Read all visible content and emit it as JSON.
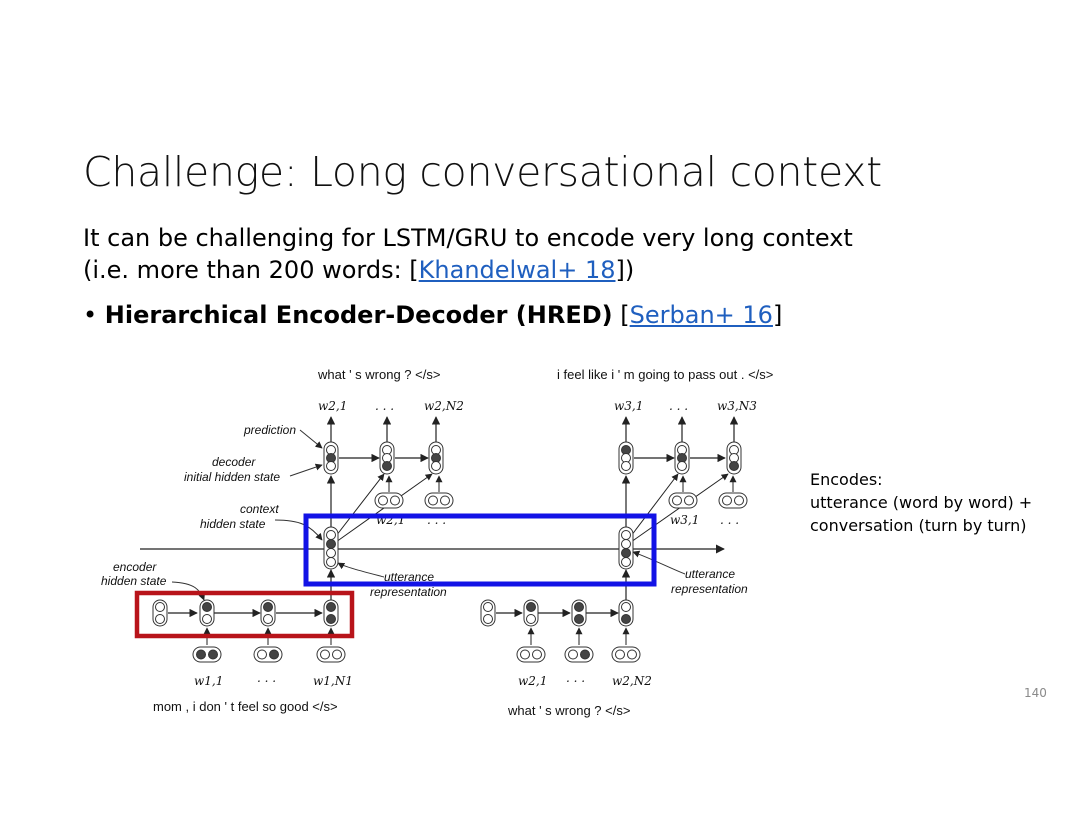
{
  "slide": {
    "title": "Challenge: Long conversational context",
    "body_line1": "It can be challenging for LSTM/GRU to encode very long context",
    "body_line2_prefix": "(i.e. more than 200 words: [",
    "body_line2_link": "Khandelwal+ 18",
    "body_line2_suffix": "])",
    "bullet_symbol": "•",
    "bullet_bold": "Hierarchical Encoder-Decoder (HRED)",
    "bullet_open": " [",
    "bullet_link": "Serban+ 16",
    "bullet_close": "]",
    "note_line1": "Encodes:",
    "note_line2": "utterance (word by word) +",
    "note_line3": "conversation (turn by turn)",
    "page_number": "140"
  },
  "diagram": {
    "top_sentence_left": "what ' s wrong ? </s>",
    "top_sentence_right": "i feel like i ' m going to pass out . </s>",
    "bottom_sentence_left": "mom , i don ' t feel so good </s>",
    "bottom_sentence_right": "what ' s wrong ? </s>",
    "label_prediction": "prediction",
    "label_decoder_1": "decoder",
    "label_decoder_2": "initial hidden state",
    "label_context_1": "context",
    "label_context_2": "hidden state",
    "label_encoder_1": "encoder",
    "label_encoder_2": "hidden state",
    "label_utt_rep_1a": "utterance",
    "label_utt_rep_1b": "representation",
    "label_utt_rep_2a": "utterance",
    "label_utt_rep_2b": "representation",
    "ellipsis": ". . .",
    "w21_top": "w2,1",
    "w2N2_top": "w2,N2",
    "w31_top": "w3,1",
    "w3N3_top": "w3,N3",
    "w21_mid": "w2,1",
    "w31_mid": "w3,1",
    "w11_bot": "w1,1",
    "w1N1_bot": "w1,N1",
    "w21_bot": "w2,1",
    "w2N2_bot": "w2,N2",
    "colors": {
      "context_box": "#1212e6",
      "encoder_box": "#b8141a",
      "node_dark": "#444444"
    }
  }
}
